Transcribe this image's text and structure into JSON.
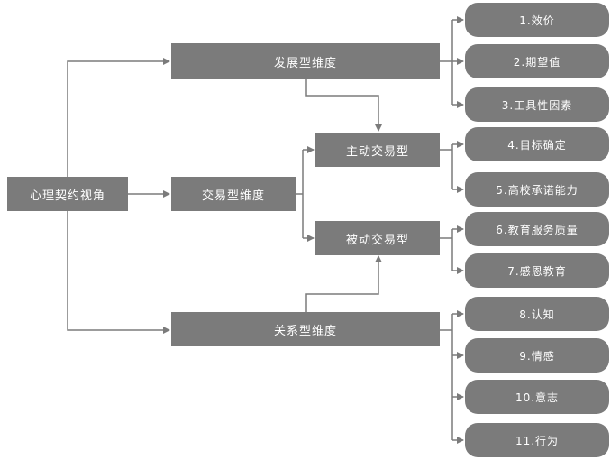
{
  "root": {
    "label": "心理契约视角"
  },
  "dimensions": {
    "development": "发展型维度",
    "transaction": "交易型维度",
    "relation": "关系型维度"
  },
  "sub_types": {
    "active": "主动交易型",
    "passive": "被动交易型"
  },
  "items": [
    {
      "label": "1.效价"
    },
    {
      "label": "2.期望值"
    },
    {
      "label": "3.工具性因素"
    },
    {
      "label": "4.目标确定"
    },
    {
      "label": "5.高校承诺能力"
    },
    {
      "label": "6.教育服务质量"
    },
    {
      "label": "7.感恩教育"
    },
    {
      "label": "8.认知"
    },
    {
      "label": "9.情感"
    },
    {
      "label": "10.意志"
    },
    {
      "label": "11.行为"
    }
  ]
}
